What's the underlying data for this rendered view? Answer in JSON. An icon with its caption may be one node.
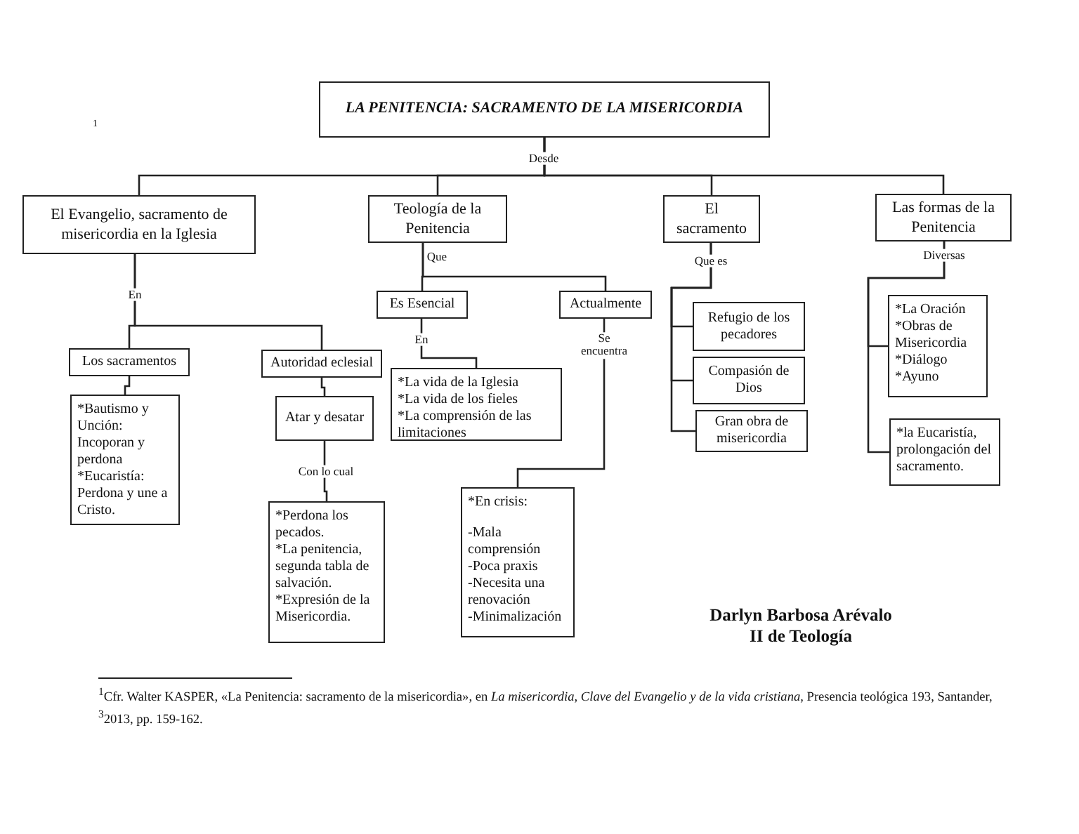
{
  "diagram": {
    "nodes": [
      {
        "text": [
          "LA PENITENCIA: SACRAMENTO DE LA MISERICORDIA"
        ]
      },
      {
        "text": [
          "El Evangelio, sacramento de misericordia en la Iglesia"
        ]
      },
      {
        "text": [
          "Teología de la Penitencia"
        ]
      },
      {
        "text": [
          "El sacramento"
        ]
      },
      {
        "text": [
          "Las formas de la Penitencia"
        ]
      },
      {
        "text": [
          "Los sacramentos"
        ]
      },
      {
        "text": [
          "Autoridad eclesial"
        ]
      },
      {
        "text": [
          "Es Esencial"
        ]
      },
      {
        "text": [
          "Actualmente"
        ]
      },
      {
        "text": [
          "Refugio de los pecadores"
        ]
      },
      {
        "text": [
          "Compasión de Dios"
        ]
      },
      {
        "text": [
          "Gran obra de misericordia"
        ]
      },
      {
        "text": [
          "*La Oración",
          "*Obras de Misericordia",
          "*Diálogo",
          "*Ayuno"
        ]
      },
      {
        "text": [
          "*Bautismo y Unción: Incoporan y perdona",
          "*Eucaristía: Perdona y une a Cristo."
        ]
      },
      {
        "text": [
          "Atar y desatar"
        ]
      },
      {
        "text": [
          "*La vida de la Iglesia",
          "*La vida de los fieles",
          "*La comprensión de las limitaciones"
        ]
      },
      {
        "text": [
          "*la Eucaristía, prolongación del sacramento."
        ]
      },
      {
        "text": [
          "*Perdona los pecados.",
          "*La penitencia, segunda tabla de salvación.",
          "*Expresión de la Misericordia."
        ]
      },
      {
        "text": [
          "*En crisis:",
          "-Mala comprensión",
          "-Poca praxis",
          "-Necesita una renovación",
          "-Minimalización"
        ]
      }
    ],
    "edges": [
      {
        "from": 0,
        "to": 1,
        "arrow": "none"
      },
      {
        "from": 0,
        "to": 2,
        "arrow": "none",
        "label": "Desde"
      },
      {
        "from": 0,
        "to": 3,
        "arrow": "none"
      },
      {
        "from": 0,
        "to": 4,
        "arrow": "none"
      },
      {
        "from": 1,
        "to": 5,
        "arrow": "none",
        "label": "En"
      },
      {
        "from": 1,
        "to": 6,
        "arrow": "none"
      },
      {
        "from": 2,
        "to": 7,
        "arrow": "none",
        "label": "Que"
      },
      {
        "from": 2,
        "to": 8,
        "arrow": "none"
      },
      {
        "from": 3,
        "to": 9,
        "arrow": "none",
        "label": "Que es"
      },
      {
        "from": 3,
        "to": 10,
        "arrow": "none"
      },
      {
        "from": 3,
        "to": 11,
        "arrow": "none"
      },
      {
        "from": 4,
        "to": 12,
        "arrow": "none",
        "label": "Diversas"
      },
      {
        "from": 4,
        "to": 16,
        "arrow": "none"
      },
      {
        "from": 5,
        "to": 13,
        "arrow": "none"
      },
      {
        "from": 6,
        "to": 14,
        "arrow": "none"
      },
      {
        "from": 14,
        "to": 17,
        "arrow": "none",
        "label": "Con lo cual"
      },
      {
        "from": 7,
        "to": 15,
        "arrow": "none",
        "label": "En"
      },
      {
        "from": 8,
        "to": 18,
        "arrow": "none",
        "label": "Se encuentra"
      }
    ],
    "labels": [
      "1",
      "Darlyn Barbosa Arévalo",
      "II de Teología",
      "$^{1}$Cfr. Walter KASPER, «La Penitencia: sacramento de la misericordia», en *La misericordia, Clave del Evangelio y de la vida cristiana,* Presencia teológica 193, Santander, $^{3}$2013, pp. 159-162."
    ]
  }
}
